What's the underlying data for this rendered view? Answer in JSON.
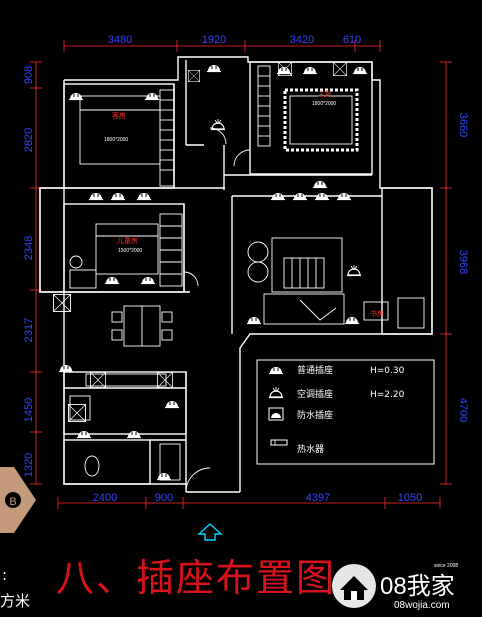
{
  "dimensions": {
    "top": [
      "3480",
      "1920",
      "3420",
      "610"
    ],
    "bottom": [
      "2400",
      "900",
      "4397",
      "1050"
    ],
    "left": [
      "908",
      "2820",
      "2348",
      "2317",
      "1450",
      "1320"
    ],
    "right": [
      "3660",
      "3968",
      "4700"
    ]
  },
  "rooms": {
    "guest_bedroom": "客房",
    "master_bedroom": "主卧",
    "kids_room": "儿童房",
    "study": "书房"
  },
  "bed_sizes": {
    "guest": "1800*2000",
    "master": "1800*2000",
    "kids": "1500*2000"
  },
  "legend": {
    "normal_socket": "普通插座",
    "normal_height": "H=0.30",
    "ac_socket": "空调插座",
    "ac_height": "H=2.20",
    "waterproof_socket": "防水插座",
    "water_heater": "热水器"
  },
  "page_title": "八、插座布置图",
  "unit_fragment": "方米",
  "corner_marker": "B",
  "watermark": {
    "brand": "08我家",
    "url": "08wojia.com",
    "small": "since 2008"
  },
  "colors": {
    "background": "#000000",
    "wall": "#ffffff",
    "dimension": "#3344ff",
    "dimension_line": "#ff2a2a",
    "room_label": "#ff2a2a",
    "title": "#d8121b",
    "entry_arrow": "#00d7ff",
    "corner_marker": "#c4997a"
  },
  "icons": {
    "socket": "semicircle-socket-icon",
    "ac_socket": "ac-socket-icon",
    "waterproof_socket": "waterproof-socket-icon",
    "water_heater": "water-heater-icon",
    "entry": "entry-arrow-icon",
    "house": "house-logo-icon"
  }
}
